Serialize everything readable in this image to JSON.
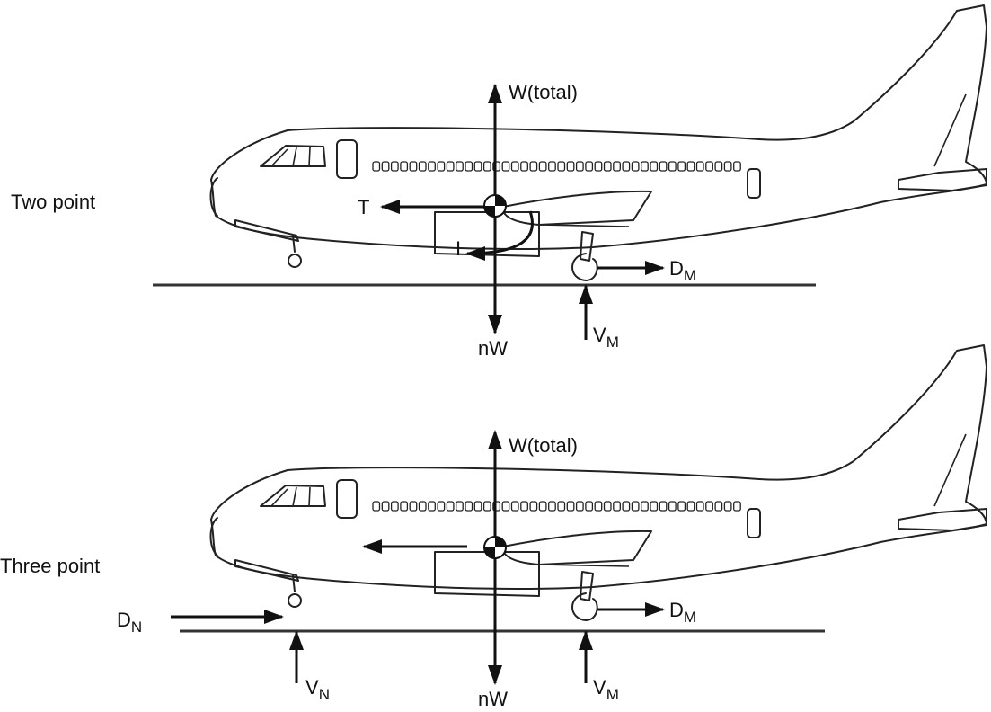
{
  "diagram": {
    "top": {
      "label": "Two point",
      "weight": "W(total)",
      "thrust": "T",
      "inertia": "I",
      "load": "nW",
      "main_drag": "D",
      "main_drag_sub": "M",
      "main_vertical": "V",
      "main_vertical_sub": "M"
    },
    "bottom": {
      "label": "Three point",
      "weight": "W(total)",
      "load": "nW",
      "nose_drag": "D",
      "nose_drag_sub": "N",
      "nose_vertical": "V",
      "nose_vertical_sub": "N",
      "main_drag": "D",
      "main_drag_sub": "M",
      "main_vertical": "V",
      "main_vertical_sub": "M"
    }
  }
}
